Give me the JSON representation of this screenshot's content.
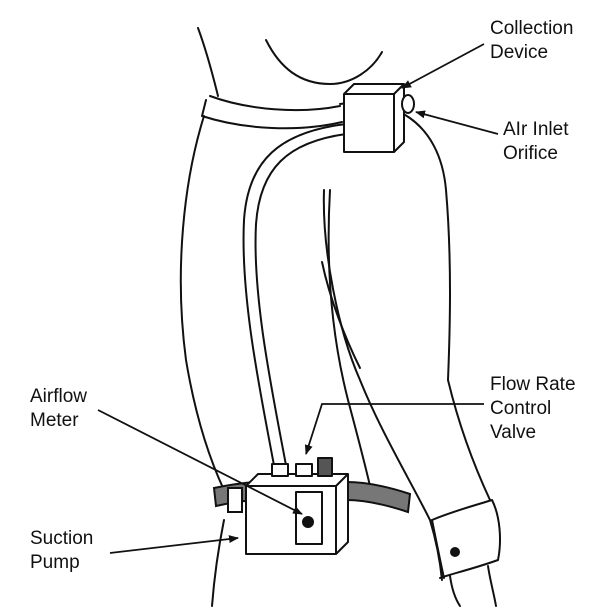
{
  "labels": {
    "collection_device": [
      "Collection",
      "Device"
    ],
    "air_inlet_orifice": [
      "AIr Inlet",
      "Orifice"
    ],
    "flow_rate_control_valve": [
      "Flow Rate",
      "Control",
      "Valve"
    ],
    "airflow_meter": [
      "Airflow",
      "Meter"
    ],
    "suction_pump": [
      "Suction",
      "Pump"
    ]
  },
  "colors": {
    "ink": "#111111",
    "background": "#ffffff",
    "belt": "#777777"
  }
}
